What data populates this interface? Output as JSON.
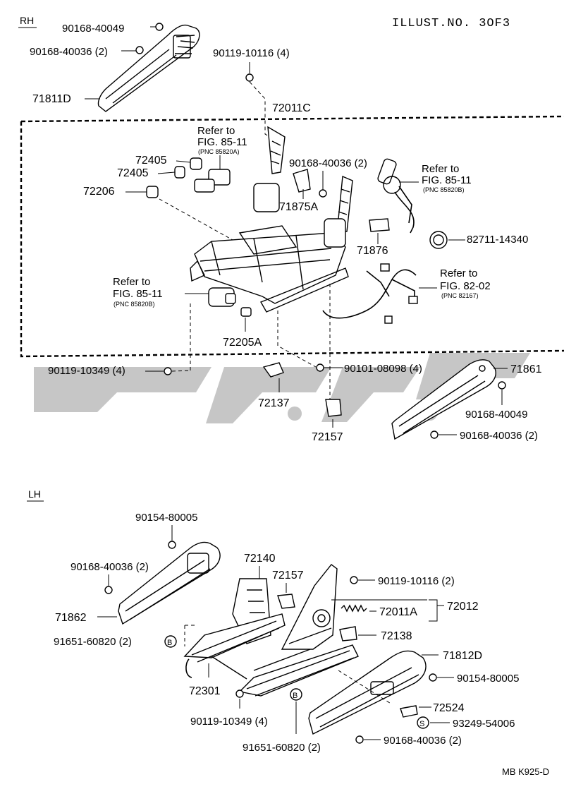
{
  "header": {
    "illust_no": "ILLUST.NO. 3OF3",
    "footer_code": "MB K925-D"
  },
  "sections": {
    "rh": "RH",
    "lh": "LH"
  },
  "refs": {
    "refer_to": "Refer to",
    "r1_fig": "FIG. 85-11",
    "r1_pnc": "(PNC 85820A)",
    "r2_fig": "FIG. 85-11",
    "r2_pnc": "(PNC 85820B)",
    "r3_fig": "FIG. 85-11",
    "r3_pnc": "(PNC 85820B)",
    "r4_fig": "FIG. 82-02",
    "r4_pnc": "(PNC 82167)"
  },
  "rh_labels": {
    "p90168_40049_top": "90168-40049",
    "p90168_40036_top": "90168-40036 (2)",
    "p71811D": "71811D",
    "p90119_10116": "90119-10116 (4)",
    "p72011C": "72011C",
    "p72405a": "72405",
    "p72405b": "72405",
    "p72206": "72206",
    "p90168_40036_mid": "90168-40036 (2)",
    "p71875A": "71875A",
    "p71876": "71876",
    "p82711_14340": "82711-14340",
    "p72205A": "72205A",
    "p90119_10349": "90119-10349 (4)",
    "p90101_08098": "90101-08098 (4)",
    "p71861": "71861",
    "p90168_40049_r": "90168-40049",
    "p72137": "72137",
    "p72157": "72157",
    "p90168_40036_r": "90168-40036 (2)"
  },
  "lh_labels": {
    "p90154_80005_top": "90154-80005",
    "p90168_40036_top": "90168-40036 (2)",
    "p71862": "71862",
    "p72140": "72140",
    "p72157": "72157",
    "p90119_10116": "90119-10116 (2)",
    "p72011A": "72011A",
    "p72012": "72012",
    "p72138": "72138",
    "p91651_60820_a": "91651-60820 (2)",
    "p71812D": "71812D",
    "p90154_80005_r": "90154-80005",
    "p72301": "72301",
    "p72524": "72524",
    "p90119_10349": "90119-10349 (4)",
    "p93249_54006": "93249-54006",
    "p91651_60820_b": "91651-60820 (2)",
    "p90168_40036_b": "90168-40036 (2)",
    "badge_b": "B",
    "badge_s": "S"
  },
  "colors": {
    "ink": "#000000",
    "watermark": "#b3b3b3",
    "background": "#ffffff"
  }
}
